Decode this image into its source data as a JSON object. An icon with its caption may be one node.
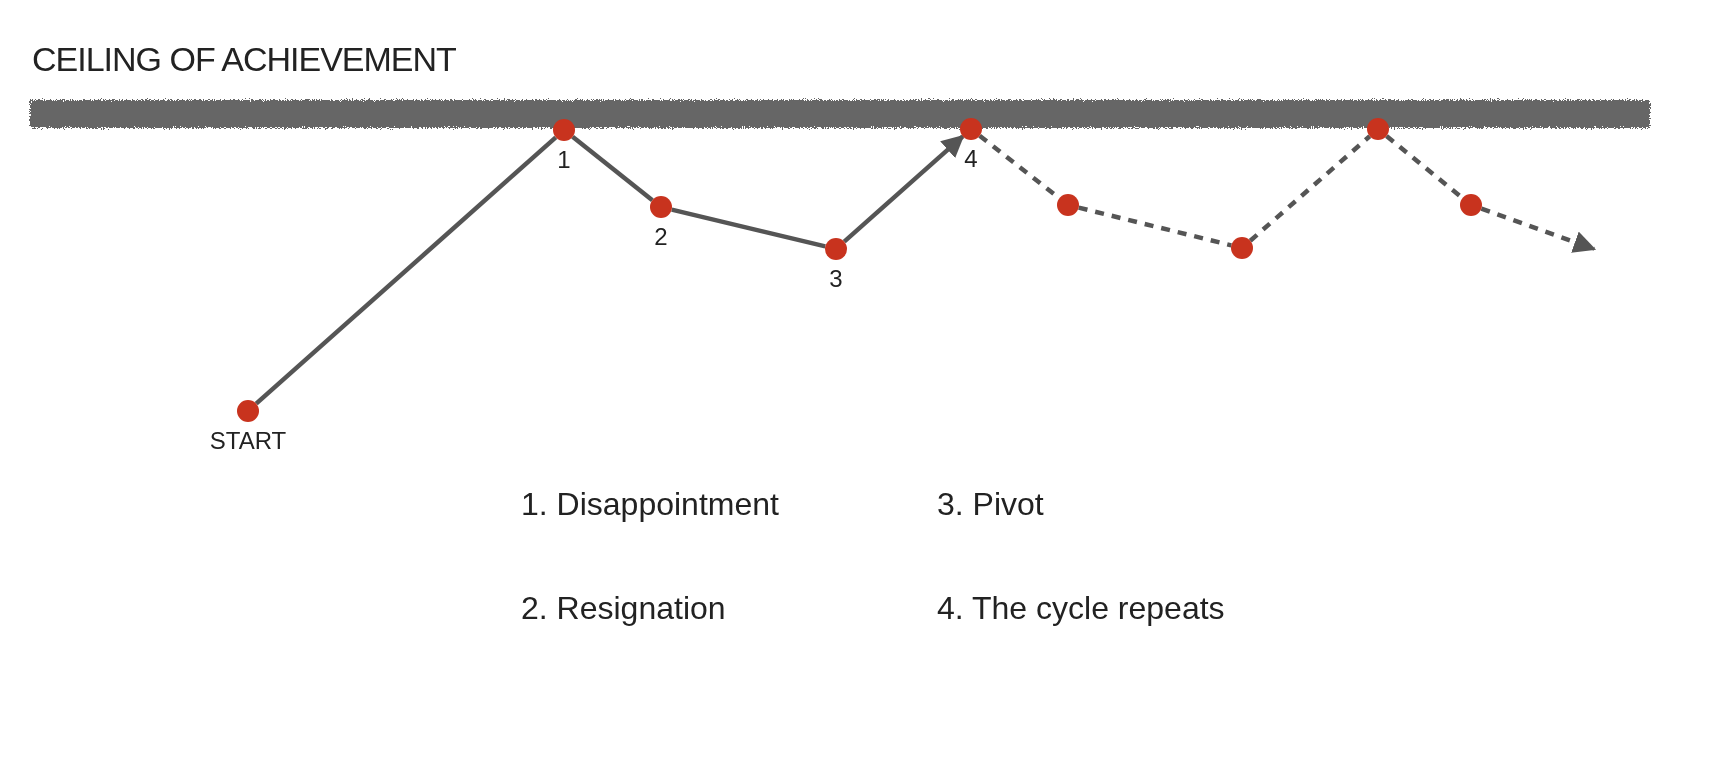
{
  "diagram": {
    "nodes": [
      {
        "text": [
          "CEILING OF ACHIEVEMENT"
        ]
      },
      {
        "text": [],
        "shape": "circle",
        "beside": [
          "START"
        ]
      },
      {
        "text": [],
        "shape": "circle",
        "beside": [
          "1"
        ]
      },
      {
        "text": [],
        "shape": "circle",
        "beside": [
          "2"
        ]
      },
      {
        "text": [],
        "shape": "circle",
        "beside": [
          "3"
        ]
      },
      {
        "text": [],
        "shape": "circle",
        "beside": [
          "4"
        ]
      },
      {
        "text": [],
        "shape": "circle"
      },
      {
        "text": [],
        "shape": "circle"
      },
      {
        "text": [],
        "shape": "circle"
      },
      {
        "text": [],
        "shape": "circle"
      }
    ],
    "edges": [
      {
        "from": 1,
        "to": 2,
        "arrow": "none"
      },
      {
        "from": 2,
        "to": 3,
        "arrow": "none"
      },
      {
        "from": 3,
        "to": 4,
        "arrow": "none"
      },
      {
        "from": 4,
        "to": 5,
        "arrow": "to"
      },
      {
        "from": 5,
        "to": 6,
        "arrow": "none",
        "style": "dashed"
      },
      {
        "from": 6,
        "to": 7,
        "arrow": "none",
        "style": "dashed"
      },
      {
        "from": 7,
        "to": 8,
        "arrow": "none",
        "style": "dashed"
      },
      {
        "from": 8,
        "to": 9,
        "arrow": "none",
        "style": "dashed"
      },
      {
        "from": 9,
        "to": null,
        "arrow": "to",
        "style": "dashed"
      }
    ],
    "labels": [
      "1. Disappointment",
      "3. Pivot",
      "2. Resignation",
      "4. The cycle repeats"
    ]
  }
}
